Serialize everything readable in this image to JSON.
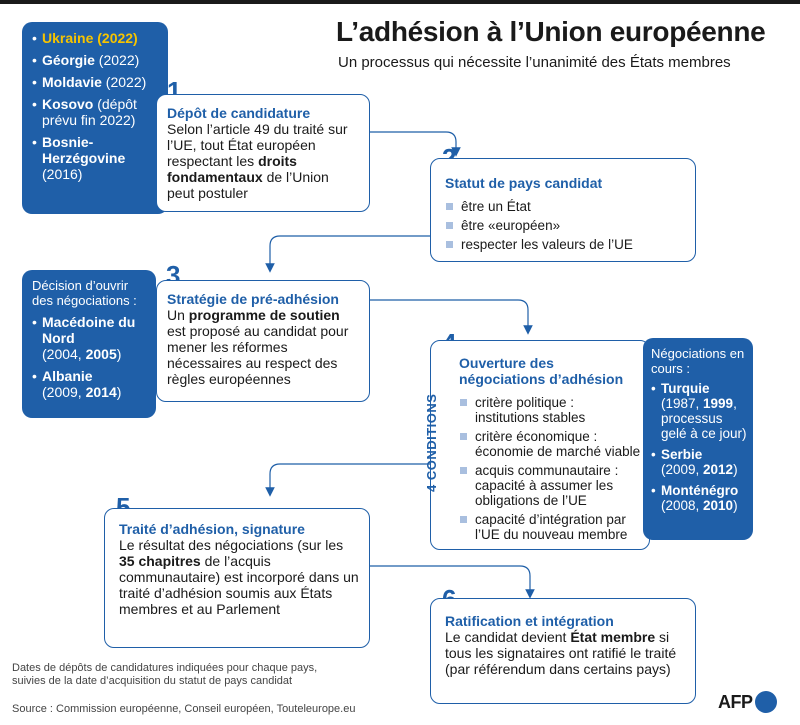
{
  "header": {
    "title": "L’adhésion à l’Union européenne",
    "subtitle": "Un processus qui nécessite l’unanimité des États membres"
  },
  "candidates_panel": {
    "items": [
      {
        "name": "Ukraine (2022)",
        "detail": "",
        "highlight": true
      },
      {
        "name": "Géorgie",
        "detail": " (2022)",
        "highlight": false
      },
      {
        "name": "Moldavie",
        "detail": " (2022)",
        "highlight": false
      },
      {
        "name": "Kosovo",
        "detail": " (dépôt prévu fin 2022)",
        "highlight": false
      },
      {
        "name": "Bosnie-Herzégovine",
        "detail": " (2016)",
        "highlight": false
      }
    ]
  },
  "step1": {
    "number": "1",
    "heading": "Dépôt de candidature",
    "text_a": "Selon l’article 49 du traité sur l’UE, tout État européen respectant les ",
    "text_bold": "droits fondamentaux",
    "text_b": " de l’Union peut postuler"
  },
  "step2": {
    "number": "2",
    "heading": "Statut de pays candidat",
    "items": [
      "être un État",
      "être «européen»",
      "respecter les valeurs de l’UE"
    ]
  },
  "negotiation_panel": {
    "intro": "Décision d’ouvrir des négociations :",
    "items": [
      {
        "name": "Macédoine du Nord",
        "dates": "(2004, ",
        "bold_date": "2005",
        "end": ")"
      },
      {
        "name": "Albanie",
        "dates": "(2009, ",
        "bold_date": "2014",
        "end": ")"
      }
    ]
  },
  "step3": {
    "number": "3",
    "heading": "Stratégie de pré-adhésion",
    "text_a": "Un ",
    "text_bold": "programme de soutien",
    "text_b": " est proposé au candidat pour mener les réformes nécessaires au respect des règles européennes"
  },
  "step4": {
    "number": "4",
    "heading": "Ouverture des négociations d’adhésion",
    "side_label": "4 CONDITIONS",
    "items": [
      "critère politique : institutions stables",
      "critère économique : économie de marché viable",
      "acquis communautaire : capacité à assumer les obligations de l’UE",
      "capacité d’intégration par l’UE du nouveau membre"
    ]
  },
  "ongoing_panel": {
    "intro": "Négociations en cours :",
    "items": [
      {
        "name": "Turquie",
        "pre": "(1987, ",
        "bold_date": "1999",
        "post": ", processus gelé à ce jour)"
      },
      {
        "name": "Serbie",
        "pre": "(2009, ",
        "bold_date": "2012",
        "post": ")"
      },
      {
        "name": "Monténégro",
        "pre": "(2008, ",
        "bold_date": "2010",
        "post": ")"
      }
    ]
  },
  "step5": {
    "number": "5",
    "heading": "Traité d’adhésion, signature",
    "text_a": "Le résultat des négociations (sur les ",
    "text_bold": "35 chapitres",
    "text_b": " de l’acquis communautaire) est incorporé dans un traité d’adhésion soumis aux États membres et au Parlement"
  },
  "step6": {
    "number": "6",
    "heading": "Ratification et intégration",
    "text_a": "Le candidat devient ",
    "text_bold": "État membre",
    "text_b": " si tous les signataires ont ratifié le traité (par référendum dans certains pays)"
  },
  "footer": {
    "footnote": "Dates de dépôts de candidatures indiquées pour chaque pays, suivies de la date d’acquisition du statut de pays candidat",
    "source": "Source : Commission européenne, Conseil européen, Touteleurope.eu",
    "logo_text": "AFP"
  },
  "colors": {
    "accent": "#1f5fa8",
    "highlight": "#f6c400",
    "bullet": "#a9bfdf"
  }
}
